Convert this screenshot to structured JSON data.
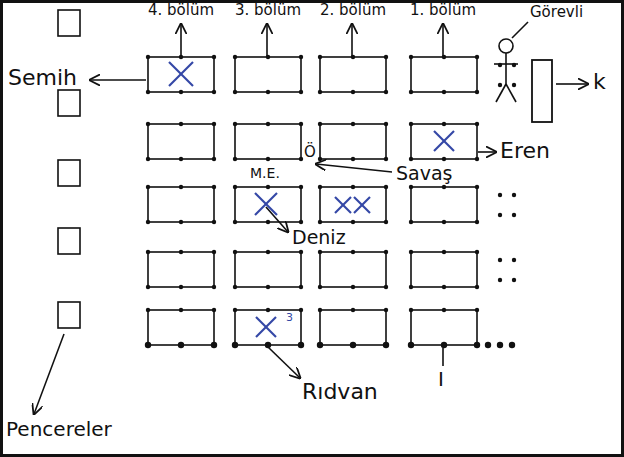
{
  "diagram": {
    "labels": [
      "4. bölüm",
      "3. bölüm",
      "2. bölüm",
      "1. bölüm",
      "Görevli",
      "k",
      "Semih",
      "Eren",
      "Ö",
      "M.E.",
      "Savaş",
      "Deniz",
      "Rıdvan",
      "3",
      "I",
      "Pencereler"
    ]
  }
}
